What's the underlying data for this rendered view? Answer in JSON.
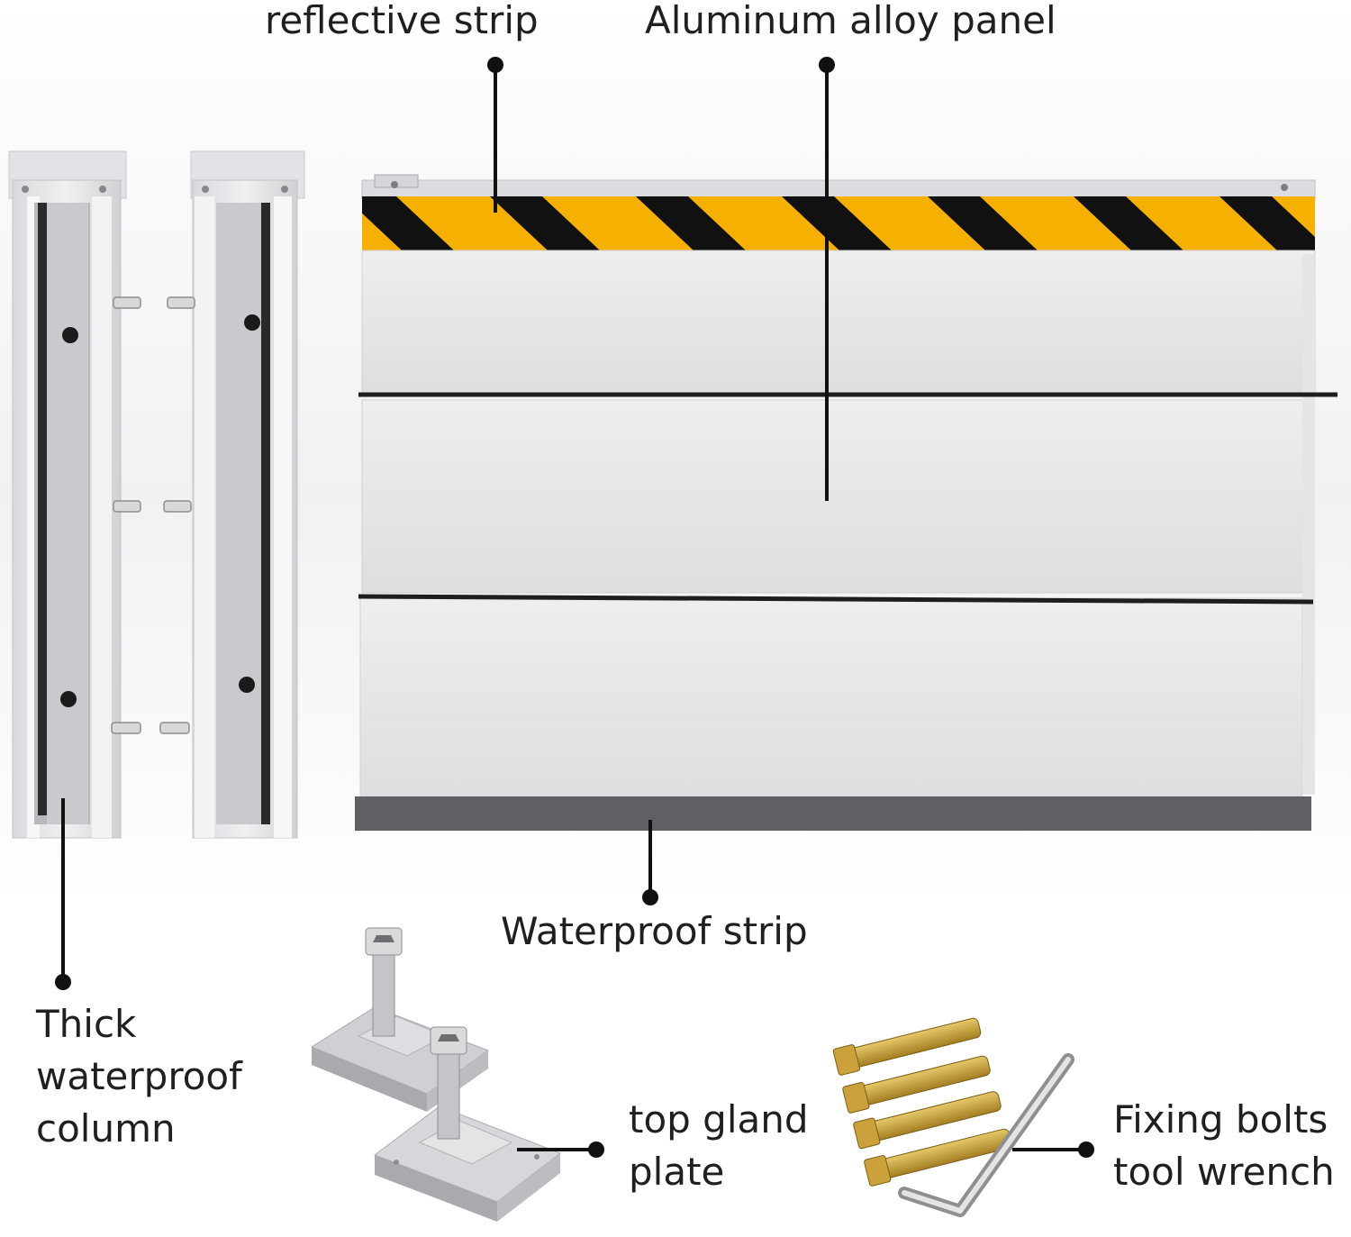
{
  "labels": {
    "reflective_strip": "reflective strip",
    "aluminum_panel": "Aluminum alloy panel",
    "waterproof_strip": "Waterproof strip",
    "column": [
      "Thick",
      "waterproof",
      "column"
    ],
    "gland_plate": [
      "top gland",
      "plate"
    ],
    "bolts": [
      "Fixing bolts",
      "tool wrench"
    ]
  },
  "colors": {
    "stripe_yellow": "#f6b100",
    "stripe_black": "#111111",
    "panel": "#e9e9eb",
    "seal": "#5f6063",
    "leader": "#111111",
    "bolt_gold": "#c9a43c"
  }
}
